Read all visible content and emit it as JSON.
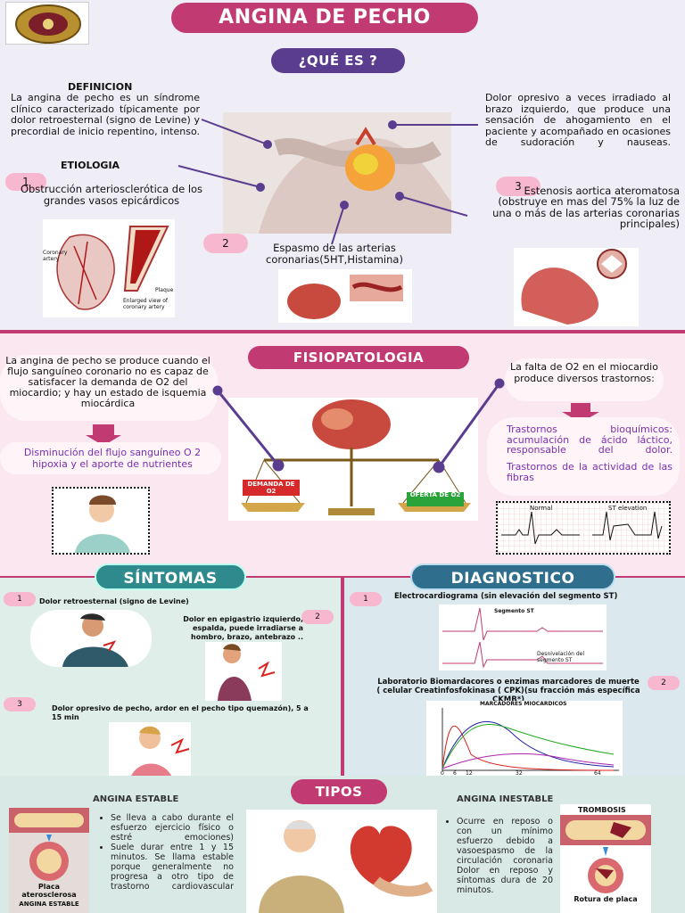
{
  "header": {
    "title": "ANGINA DE PECHO",
    "subtitle": "¿QUÉ ES ?"
  },
  "definicion": {
    "heading": "DEFINICION",
    "text": "La angina de pecho es un síndrome clínico caracterizado típicamente por dolor retroesternal (signo de Levine) y precordial de inicio repentino, intenso."
  },
  "dolor": {
    "text": "Dolor opresivo a veces irradiado al brazo izquierdo, que produce una sensación de ahogamiento en el paciente y acompañado en ocasiones de sudoración y nauseas."
  },
  "etiologia": {
    "heading": "ETIOLOGIA",
    "n1": "1",
    "c1": "Obstrucción arteriosclerótica de los grandes vasos epicárdicos",
    "n2": "2",
    "c2": "Espasmo de las arterias coronarias(5HT,Histamina)",
    "n3": "3",
    "c3": "Estenosis aortica ateromatosa (obstruye en mas del 75% la luz de una o más de las arterias coronarias principales)"
  },
  "fig_labels": {
    "coronary": "Coronary artery",
    "plaque": "Plaque",
    "enlarged": "Enlarged view of coronary artery"
  },
  "fisio": {
    "title": "FISIOPATOLOGIA",
    "left": "La angina de pecho se produce cuando el flujo sanguíneo coronario no es capaz de satisfacer la demanda de O2 del miocardio; y hay un estado de isquemia miocárdica",
    "left2": "Disminución del flujo sanguíneo O 2 hipoxia y el aporte de nutrientes",
    "right": "La falta de O2 en el miocardio produce diversos trastornos:",
    "right2a": "Trastornos bioquímicos: acumulación de ácido láctico, responsable del dolor.",
    "right2b": "Trastornos de la actividad de las fibras",
    "demanda": "DEMANDA DE O2",
    "oferta": "OFERTA DE O2",
    "normal": "Normal",
    "st": "ST elevation"
  },
  "sintomas": {
    "title": "SÍNTOMAS",
    "n1": "1",
    "s1": "Dolor retroesternal (signo de Levine)",
    "n2": "2",
    "s2": "Dolor en epigastrio izquierdo, espalda, puede irradiarse a hombro, brazo, antebrazo ..",
    "n3": "3",
    "s3": "Dolor opresivo de pecho, ardor en el pecho tipo quemazón), 5 a 15 min"
  },
  "diagnostico": {
    "title": "DIAGNOSTICO",
    "n1": "1",
    "d1": "Electrocardiograma (sin elevación del segmento ST)",
    "n2": "2",
    "d2": "Laboratorio Biomardacores o enzimas marcadores de muerte ( celular Creatinfosfokinasa ( CPK)(su fracción más específica CKMB*)",
    "ecg_a": "Segmento ST",
    "ecg_b": "Desnivelación del segmento ST",
    "marc_title": "MARCADORES MIOCÁRDICOS",
    "ticks": [
      "0",
      "6",
      "12",
      "32",
      "64"
    ]
  },
  "tipos": {
    "title": "TIPOS",
    "estable": "ANGINA ESTABLE",
    "e1": "Se lleva a cabo durante el esfuerzo ejercicio físico o estré emociones)",
    "e2": "Suele durar entre 1 y 15 minutos. Se llama estable porque generalmente no progresa a otro tipo de trastorno cardiovascular",
    "placa": "Placa aterosclerosa",
    "angest": "ANGINA ESTABLE",
    "inestable": "ANGINA INESTABLE",
    "i1": "Ocurre en reposo o con un mínimo esfuerzo debido a vasoespasmo de la circulación coronaria Dolor en reposo y síntomas dura de 20 minutos.",
    "trombosis": "TROMBOSIS",
    "rotura": "Rotura de placa"
  },
  "colors": {
    "accent": "#c23a72",
    "blue": "#5a3d8f",
    "teal": "#2f8a8d",
    "pink": "#f7b8cf"
  }
}
